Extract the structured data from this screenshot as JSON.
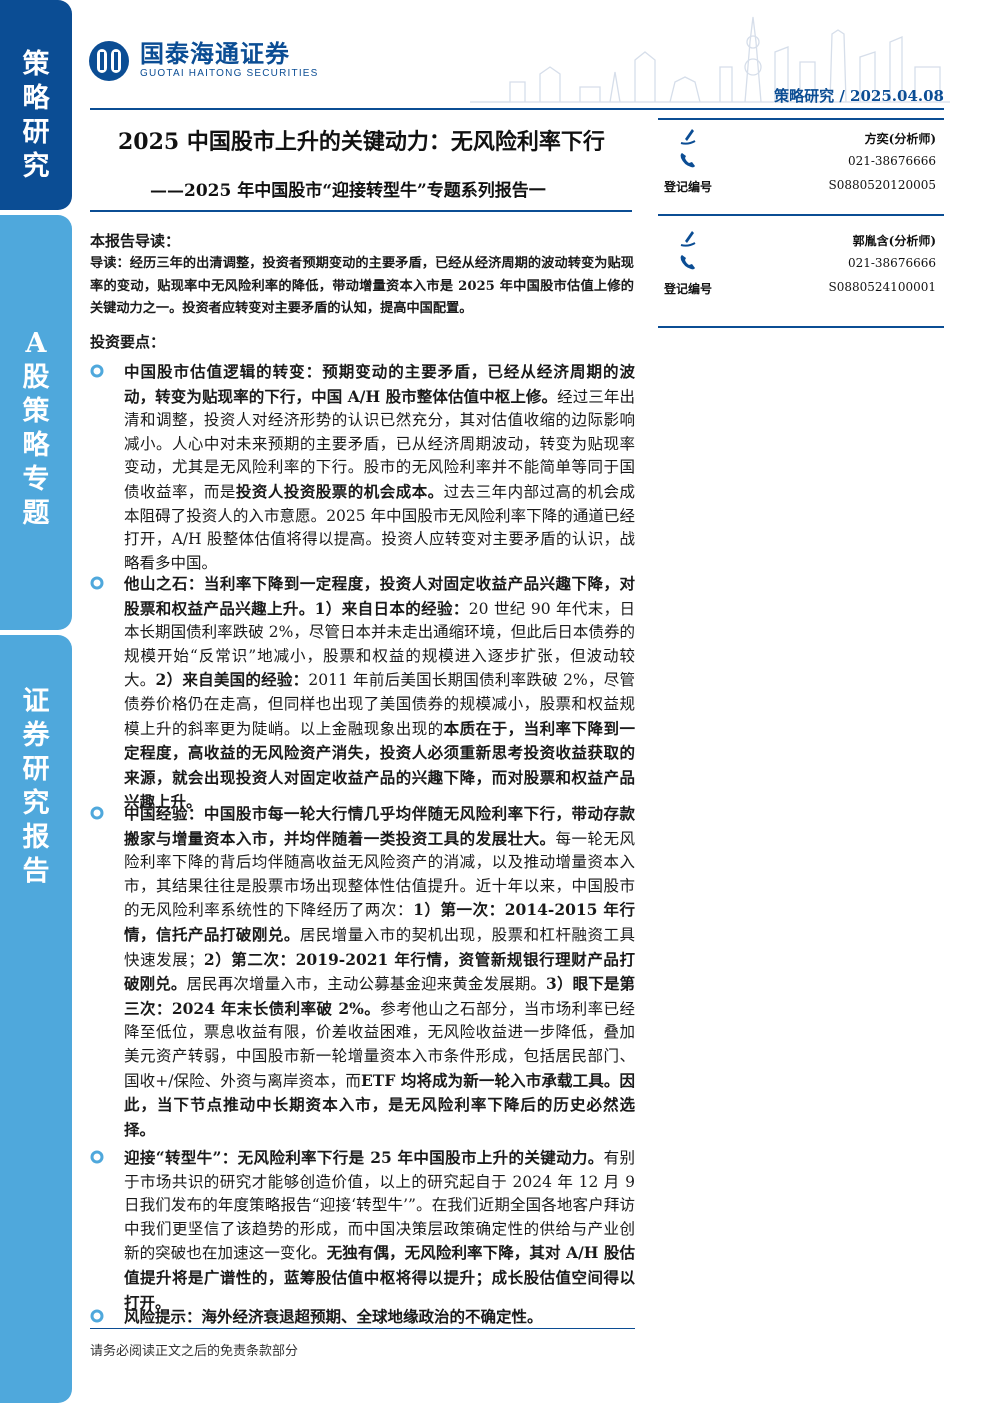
{
  "sidebar": {
    "block1": [
      "策",
      "略",
      "研",
      "究"
    ],
    "block2": [
      "A",
      "股",
      "策",
      "略",
      "专",
      "题"
    ],
    "block3": [
      "证",
      "券",
      "研",
      "究",
      "报",
      "告"
    ]
  },
  "header": {
    "logo_cn": "国泰海通证券",
    "logo_en": "GUOTAI HAITONG SECURITIES",
    "category_date": "策略研究 / 2025.04.08"
  },
  "colors": {
    "brand": "#0b4d94",
    "sidebar_light": "#4fa8dc"
  },
  "report": {
    "title": "2025 中国股市上升的关键动力：无风险利率下行",
    "subtitle": "——2025 年中国股市“迎接转型牛”专题系列报告一"
  },
  "analysts": [
    {
      "name": "方奕(分析师)",
      "phone": "021-38676666",
      "reg_label": "登记编号",
      "reg_no": "S0880520120005"
    },
    {
      "name": "郭胤含(分析师)",
      "phone": "021-38676666",
      "reg_label": "登记编号",
      "reg_no": "S0880524100001"
    }
  ],
  "guide": {
    "heading": "本报告导读：",
    "text": "导读：经历三年的出清调整，投资者预期变动的主要矛盾，已经从经济周期的波动转变为贴现率的变动，贴现率中无风险利率的降低，带动增量资本入市是 2025 年中国股市估值上修的关键动力之一。投资者应转变对主要矛盾的认知，提高中国配置。"
  },
  "investment": {
    "heading": "投资要点：",
    "b1": {
      "bold": "中国股市估值逻辑的转变：预期变动的主要矛盾，已经从经济周期的波动，转变为贴现率的下行，中国 A/H 股市整体估值中枢上修。",
      "t1": "经过三年出清和调整，投资人对经济形势的认识已然充分，其对估值收缩的边际影响减小。人心中对未来预期的主要矛盾，已从经济周期波动，转变为贴现率变动，尤其是无风险利率的下行。股市的无风险利率并不能简单等同于国债收益率，而是",
      "b2": "投资人投资股票的机会成本。",
      "t2": "过去三年内部过高的机会成本阻碍了投资人的入市意愿。2025 年中国股市无风险利率下降的通道已经打开，A/H 股整体估值将得以提高。投资人应转变对主要矛盾的认识，战略看多中国。"
    },
    "b2": {
      "bold1": "他山之石：当利率下降到一定程度，投资人对固定收益产品兴趣下降，对股票和权益产品兴趣上升。1）来自日本的经验：",
      "t1": "20 世纪 90 年代末，日本长期国债利率跌破 2%，尽管日本并未走出通缩环境，但此后日本债券的规模开始“反常识”地减小，股票和权益的规模进入逐步扩张，但波动较大。",
      "bold2": "2）来自美国的经验：",
      "t2": "2011 年前后美国长期国债利率跌破 2%，尽管债券价格仍在走高，但同样也出现了美国债券的规模减小，股票和权益规模上升的斜率更为陡峭。以上金融现象出现的",
      "bold3": "本质在于，当利率下降到一定程度，高收益的无风险资产消失，投资人必须重新思考投资收益获取的来源，就会出现投资人对固定收益产品的兴趣下降，而对股票和权益产品兴趣上升。"
    },
    "b3": {
      "bold1": "中国经验：中国股市每一轮大行情几乎均伴随无风险利率下行，带动存款搬家与增量资本入市，并均伴随着一类投资工具的发展壮大。",
      "t1": "每一轮无风险利率下降的背后均伴随高收益无风险资产的消减，以及推动增量资本入市，其结果往往是股票市场出现整体性估值提升。近十年以来，中国股市的无风险利率系统性的下降经历了两次：",
      "bold2": "1）第一次：2014-2015 年行情，信托产品打破刚兑。",
      "t2": "居民增量入市的契机出现，股票和杠杆融资工具快速发展；",
      "bold3": "2）第二次：2019-2021 年行情，资管新规银行理财产品打破刚兑。",
      "t3": "居民再次增量入市，主动公募基金迎来黄金发展期。",
      "bold4": "3）眼下是第三次：2024 年末长债利率破 2%。",
      "t4": "参考他山之石部分，当市场利率已经降至低位，票息收益有限，价差收益困难，无风险收益进一步降低，叠加美元资产转弱，中国股市新一轮增量资本入市条件形成，包括居民部门、国收+/保险、外资与离岸资本，而",
      "bold5": "ETF 均将成为新一轮入市承载工具。因此，当下节点推动中长期资本入市，是无风险利率下降后的历史必然选择。"
    },
    "b4": {
      "bold1": "迎接“转型牛”：无风险利率下行是 25 年中国股市上升的关键动力。",
      "t1": "有别于市场共识的研究才能够创造价值，以上的研究起自于 2024 年 12 月 9 日我们发布的年度策略报告“迎接‘转型牛’”。在我们近期全国各地客户拜访中我们更坚信了该趋势的形成，而中国决策层政策确定性的供给与产业创新的突破也在加速这一变化。",
      "bold2": "无独有偶，无风险利率下降，其对 A/H 股估值提升将是广谱性的，蓝筹股估值中枢将得以提升；成长股估值空间得以打开。"
    },
    "b5": {
      "bold": "风险提示：海外经济衰退超预期、全球地缘政治的不确定性。"
    }
  },
  "footer": {
    "disclaimer": "请务必阅读正文之后的免责条款部分"
  }
}
